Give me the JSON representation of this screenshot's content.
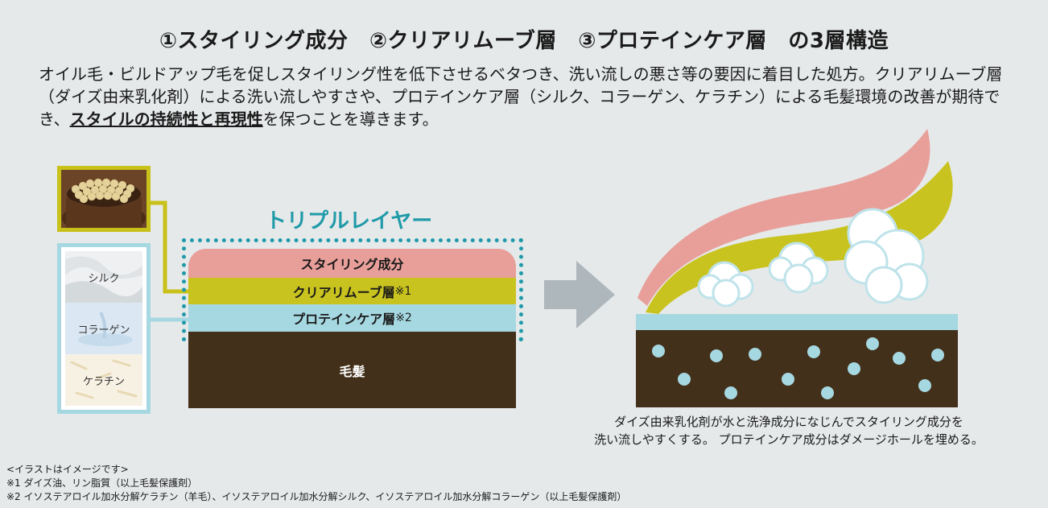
{
  "title": "①スタイリング成分　②クリアリムーブ層　③プロテインケア層　の3層構造",
  "description": {
    "before": "オイル毛・ビルドアップ毛を促しスタイリング性を低下させるベタつき、洗い流しの悪さ等の要因に着目した処方。クリアリムーブ層（ダイズ由来乳化剤）による洗い流しやすさや、プロテインケア層（シルク、コラーゲン、ケラチン）による毛髪環境の改善が期待でき、",
    "emphasis": "スタイルの持続性と再現性",
    "after": "を保つことを導きます。"
  },
  "diagram": {
    "triple_layer_title": "トリプルレイヤー",
    "layers": {
      "styling": "スタイリング成分",
      "clear": "クリアリムーブ層",
      "clear_note": "※1",
      "protein": "プロテインケア層",
      "protein_note": "※2",
      "hair": "毛髪"
    },
    "protein_labels": [
      "シルク",
      "コラーゲン",
      "ケラチン"
    ],
    "caption_line1": "ダイズ由来乳化剤が水と洗浄成分になじんでスタイリング成分を",
    "caption_line2": "洗い流しやすくする。 プロテインケア成分はダメージホールを埋める。"
  },
  "footnotes": {
    "line1": "<イラストはイメージです>",
    "line2": "※1 ダイズ油、リン脂質（以上毛髪保護剤）",
    "line3": "※2 イソステアロイル加水分解ケラチン（羊毛）、イソステアロイル加水分解シルク、イソステアロイル加水分解コラーゲン（以上毛髪保護剤）"
  },
  "colors": {
    "background": "#e6e9ea",
    "styling_pink": "#e89f9a",
    "clear_yellow": "#c9c31f",
    "protein_blue": "#a6d8e2",
    "hair_brown": "#43301a",
    "accent_teal": "#1f9aa8",
    "arrow_gray": "#aeb7bb"
  }
}
